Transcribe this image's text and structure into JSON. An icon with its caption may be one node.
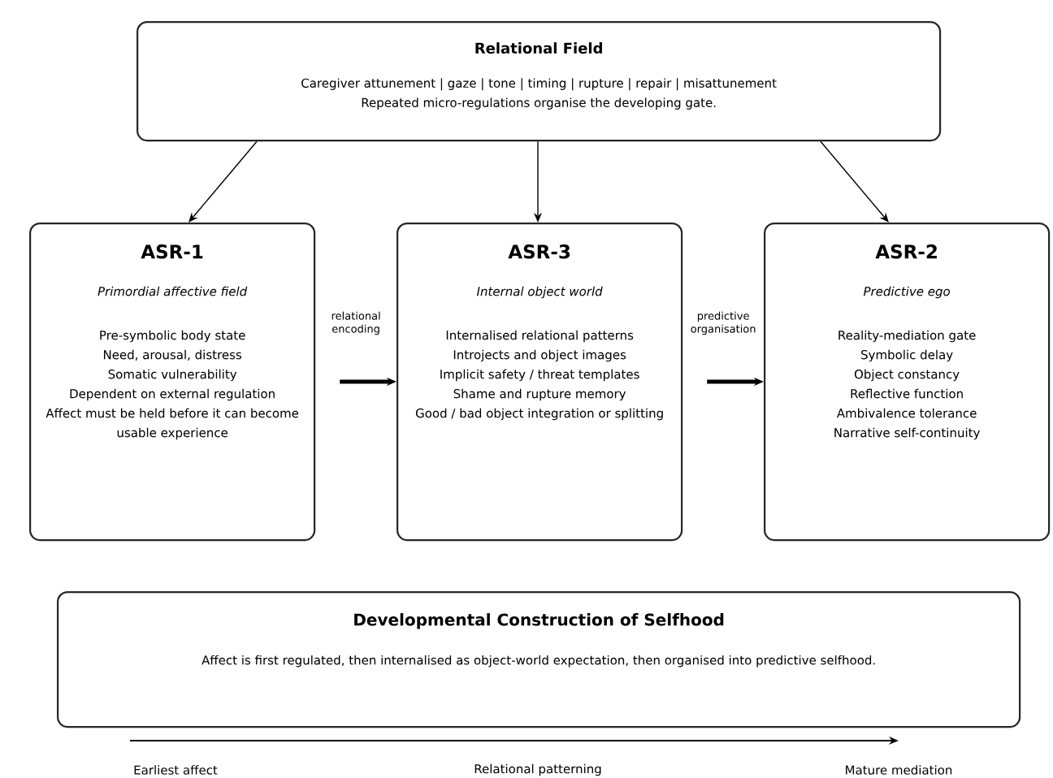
{
  "diagram": {
    "nodes": [
      {
        "text": [
          "Relational Field",
          "Caregiver attunement | gaze | tone | timing | rupture | repair | misattunement",
          "Repeated micro-regulations organise the developing gate."
        ]
      },
      {
        "text": [
          "ASR-1",
          "Primordial affective field",
          "Pre-symbolic body state",
          "Need, arousal, distress",
          "Somatic vulnerability",
          "Dependent on external regulation",
          "Affect must be held before it can become usable experience"
        ]
      },
      {
        "text": [
          "ASR-3",
          "Internal object world",
          "Internalised relational patterns",
          "Introjects and object images",
          "Implicit safety / threat templates",
          "Shame and rupture memory",
          "Good / bad object integration or splitting"
        ]
      },
      {
        "text": [
          "ASR-2",
          "Predictive ego",
          "Reality-mediation gate",
          "Symbolic delay",
          "Object constancy",
          "Reflective function",
          "Ambivalence tolerance",
          "Narrative self-continuity"
        ]
      },
      {
        "text": [
          "Developmental Construction of Selfhood",
          "Affect is first regulated, then internalised as object-world expectation, then organised into predictive selfhood."
        ]
      }
    ],
    "edges": [
      {
        "from": 0,
        "to": 1,
        "arrow": "to"
      },
      {
        "from": 0,
        "to": 2,
        "arrow": "to"
      },
      {
        "from": 0,
        "to": 3,
        "arrow": "to"
      },
      {
        "from": 1,
        "to": 2,
        "arrow": "to",
        "label": "relational encoding",
        "style": "thick"
      },
      {
        "from": 2,
        "to": 3,
        "arrow": "to",
        "label": "predictive organisation",
        "style": "thick"
      }
    ],
    "labels": [
      "Earliest affect",
      "Relational patterning",
      "Mature mediation"
    ]
  }
}
